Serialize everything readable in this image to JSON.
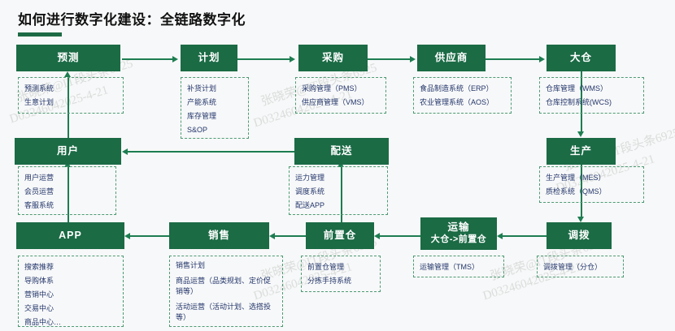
{
  "page": {
    "title": "如何进行数字化建设：全链路数字化",
    "accent_color": "#1b6b45",
    "arrow_color": "#1d7d51",
    "detail_border_color": "#4d9b73",
    "detail_text_color": "#23366b",
    "background_color": "#f7f8f9"
  },
  "nodes": {
    "forecast": {
      "label": "预测"
    },
    "plan": {
      "label": "计划"
    },
    "purchase": {
      "label": "采购"
    },
    "supplier": {
      "label": "供应商"
    },
    "warehouse": {
      "label": "大仓"
    },
    "user": {
      "label": "用户"
    },
    "delivery": {
      "label": "配送"
    },
    "production": {
      "label": "生产"
    },
    "app": {
      "label": "APP"
    },
    "sales": {
      "label": "销售"
    },
    "frontwh": {
      "label": "前置仓"
    },
    "transport": {
      "label": "运输",
      "sub": "大仓->前置仓"
    },
    "allocate": {
      "label": "调拨"
    }
  },
  "details": {
    "forecast": [
      "预测系统",
      "生意计划"
    ],
    "plan": [
      "补货计划",
      "产能系统",
      "库存管理",
      "S&OP"
    ],
    "purchase": [
      "采购管理（PMS）",
      "供应商管理（VMS）"
    ],
    "supplier": [
      "食品制造系统（ERP）",
      "农业管理系统（AOS）"
    ],
    "warehouse": [
      "仓库管理（WMS）",
      "仓库控制系统(WCS)"
    ],
    "user": [
      "用户运营",
      "会员运营",
      "客服系统"
    ],
    "delivery": [
      "运力管理",
      "调度系统",
      "配送APP"
    ],
    "production": [
      "生产管理（MES）",
      "质检系统（QMS）"
    ],
    "app": [
      "搜索推荐",
      "导购体系",
      "营销中心",
      "交易中心",
      "商品中心…"
    ],
    "sales": [
      "销售计划",
      "商品运营（品类规划、定价促销等）",
      "活动运营（活动计划、选搭投等）"
    ],
    "frontwh": [
      "前置仓管理",
      "分拣手持系统"
    ],
    "transport": [
      "运输管理（TMS）"
    ],
    "allocate": [
      "调拨管理（分仓）"
    ]
  },
  "watermarks": [
    "张晓荣@IT段头条6925",
    "D03246042025-4-21",
    "张晓荣@IT段头条6925",
    "D03246042025-4-21",
    "张晓荣@IT段头条6925",
    "D03246042025-4-21",
    "张晓荣@IT段头条6925",
    "D03246042025-4-21"
  ]
}
